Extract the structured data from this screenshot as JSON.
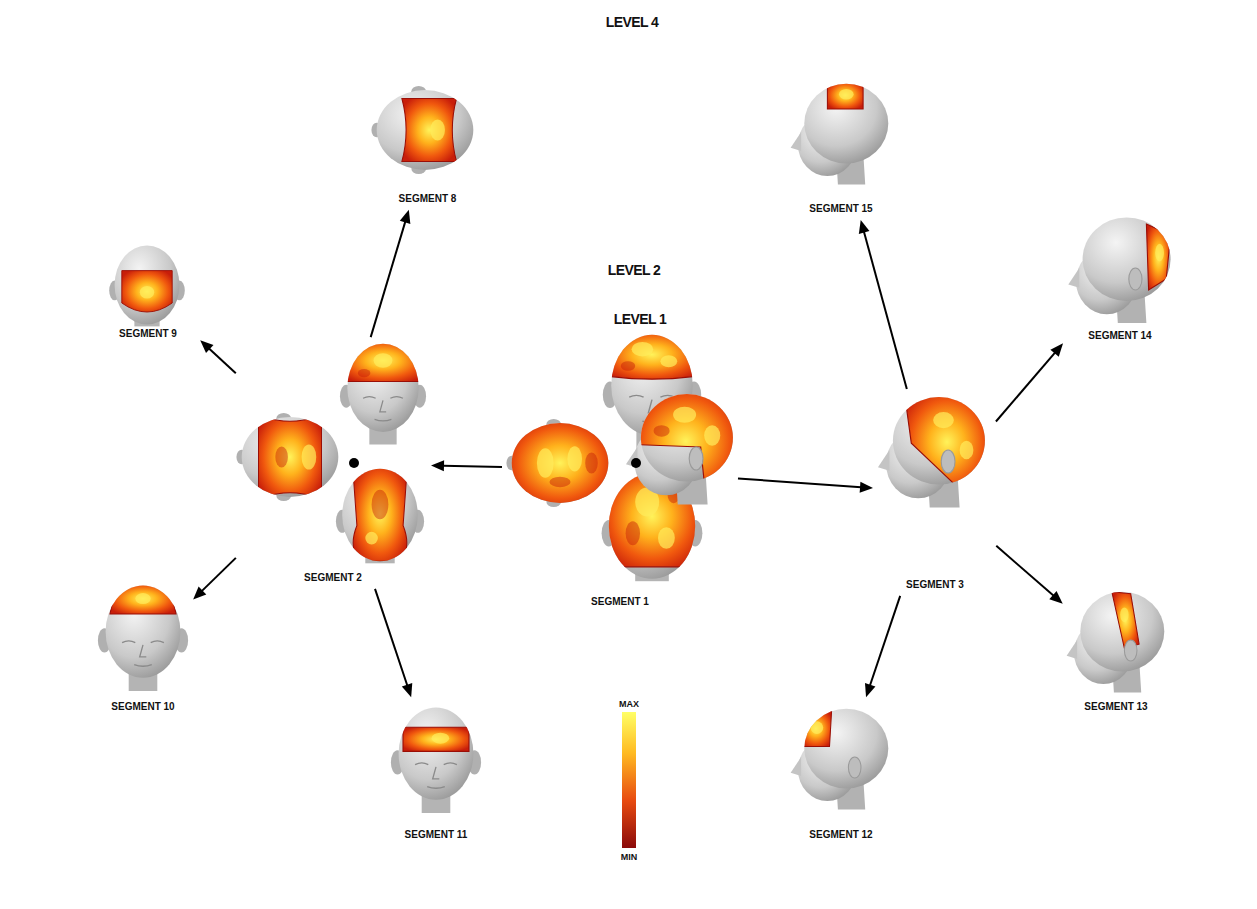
{
  "diagram": {
    "nodes": [
      {
        "text": [
          "LEVEL 4"
        ]
      },
      {
        "text": [
          "LEVEL 2"
        ],
        "in": 0
      },
      {
        "text": [
          "LEVEL 1"
        ],
        "in": 1
      },
      {
        "text": [
          "SEGMENT 1"
        ],
        "in": 2
      },
      {
        "text": [
          "SEGMENT 2"
        ],
        "in": 1
      },
      {
        "text": [
          "SEGMENT 3"
        ],
        "in": 1
      },
      {
        "text": [
          "SEGMENT 8"
        ],
        "in": 0
      },
      {
        "text": [
          "SEGMENT 9"
        ],
        "in": 0
      },
      {
        "text": [
          "SEGMENT 10"
        ],
        "in": 0
      },
      {
        "text": [
          "SEGMENT 11"
        ],
        "in": 0
      },
      {
        "text": [
          "SEGMENT 12"
        ],
        "in": 0
      },
      {
        "text": [
          "SEGMENT 13"
        ],
        "in": 0
      },
      {
        "text": [
          "SEGMENT 14"
        ],
        "in": 0
      },
      {
        "text": [
          "SEGMENT 15"
        ],
        "in": 0
      }
    ],
    "edges": [
      {
        "from": 3,
        "to": 4,
        "arrow": "to"
      },
      {
        "from": 3,
        "to": 5,
        "arrow": "to"
      },
      {
        "from": 4,
        "to": 6,
        "arrow": "to"
      },
      {
        "from": 4,
        "to": 7,
        "arrow": "to"
      },
      {
        "from": 4,
        "to": 8,
        "arrow": "to"
      },
      {
        "from": 4,
        "to": 9,
        "arrow": "to"
      },
      {
        "from": 5,
        "to": 10,
        "arrow": "to"
      },
      {
        "from": 5,
        "to": 11,
        "arrow": "to"
      },
      {
        "from": 5,
        "to": 12,
        "arrow": "to"
      },
      {
        "from": 5,
        "to": 13,
        "arrow": "to"
      }
    ],
    "labels": [
      "MAX",
      "MIN"
    ]
  }
}
